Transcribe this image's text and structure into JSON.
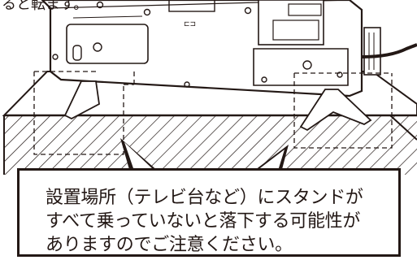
{
  "header": {
    "cropped_text": "ると転ます。"
  },
  "callout": {
    "lines": [
      "設置場所（テレビ台など）にスタンドが",
      "すべて乗っていないと落下する可能性が",
      "ありますのでご注意ください。"
    ]
  },
  "colors": {
    "ink": "#231815",
    "background": "#ffffff"
  }
}
